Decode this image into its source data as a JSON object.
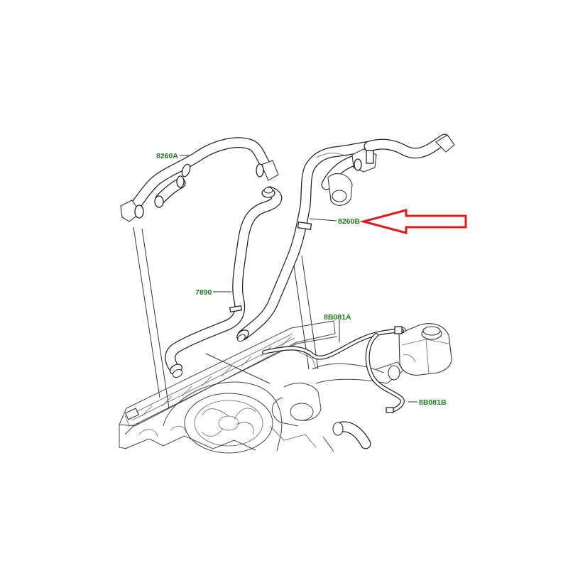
{
  "callouts": {
    "hose_upper_left": "8260A",
    "hose_target": "8260B",
    "hose_middle": "7890",
    "pipe_bleed_upper": "8B081A",
    "pipe_bleed_lower": "8B081B"
  },
  "highlight": {
    "target_part": "8260B",
    "arrow_color": "#e01b1b"
  },
  "colors": {
    "callout_text": "#1f7a1f",
    "line_art": "#222222",
    "background": "#ffffff"
  }
}
